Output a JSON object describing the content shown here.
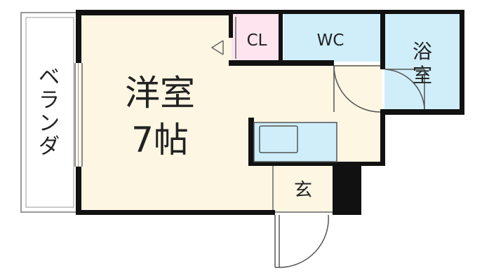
{
  "rooms": {
    "western_room": {
      "name": "洋室",
      "size": "7帖"
    },
    "closet": "CL",
    "toilet": "WC",
    "bathroom": {
      "line1": "浴",
      "line2": "室"
    },
    "entrance": "玄"
  },
  "balcony": {
    "chars": [
      "ベ",
      "ラ",
      "ン",
      "ダ"
    ]
  },
  "colors": {
    "floor": "#fdf6e3",
    "closet": "#fde4ef",
    "wet_area": "#cfeefa",
    "wall": "#111111",
    "line": "#555555"
  }
}
